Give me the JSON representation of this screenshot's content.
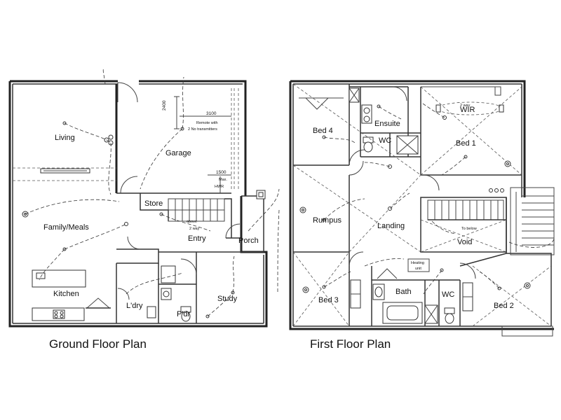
{
  "ground_floor": {
    "caption": "Ground Floor Plan",
    "rooms": {
      "living": "Living",
      "garage": "Garage",
      "family_meals": "Family/Meals",
      "store": "Store",
      "entry": "Entry",
      "porch": "Porch",
      "kitchen": "Kitchen",
      "laundry": "L'dry",
      "powder": "P'dr",
      "study": "Study"
    },
    "annotations": {
      "dim_2400": "2400",
      "dim_3100": "3100",
      "remote_line1": "Remote with",
      "remote_line2": "2 No transmitters",
      "dim_1500": "1500",
      "max": "Max.",
      "hwr": "HWR",
      "above": "above",
      "two_way": "2 way"
    }
  },
  "first_floor": {
    "caption": "First Floor Plan",
    "rooms": {
      "bed4": "Bed 4",
      "ensuite": "Ensuite",
      "wc_upper": "WC",
      "wir": "WIR",
      "bed1": "Bed 1",
      "rumpus": "Rumpus",
      "landing": "Landing",
      "void": "Void",
      "bed3": "Bed 3",
      "bath": "Bath",
      "wc_lower": "WC",
      "bed2": "Bed 2"
    },
    "annotations": {
      "to_below": "To below",
      "heating_line1": "Heating",
      "heating_line2": "unit",
      "two_way": "2 way"
    }
  },
  "colors": {
    "wall": "#222222",
    "background": "#ffffff"
  }
}
